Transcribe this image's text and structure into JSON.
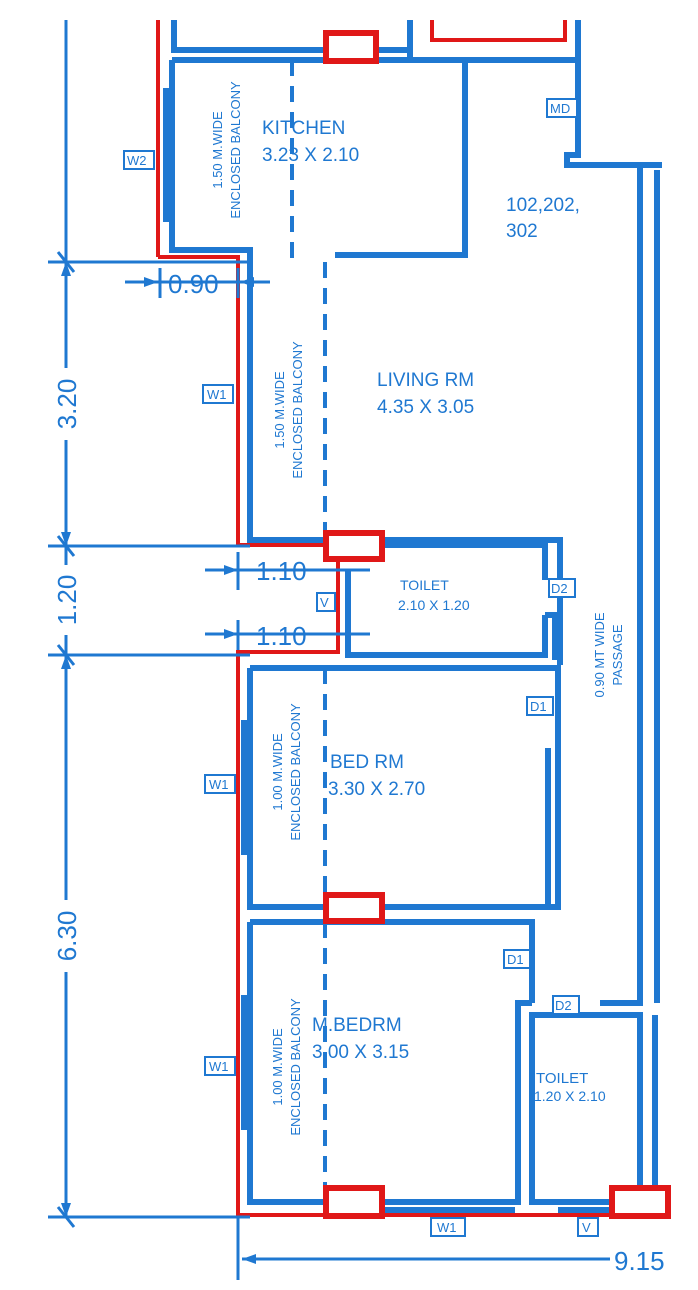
{
  "flat_numbers": "102,202,\n302",
  "rooms": {
    "kitchen": {
      "name": "KITCHEN",
      "size": "3.23 X 2.10"
    },
    "living": {
      "name": "LIVING RM",
      "size": "4.35 X 3.05"
    },
    "toilet1": {
      "name": "TOILET",
      "size": "2.10 X 1.20"
    },
    "bed": {
      "name": "BED RM",
      "size": "3.30 X 2.70"
    },
    "mbed": {
      "name": "M.BEDRM",
      "size": "3.00 X 3.15"
    },
    "toilet2": {
      "name": "TOILET",
      "size": "1.20 X 2.10"
    }
  },
  "balconies": {
    "kitchen": {
      "line1": "1.50 M.WIDE",
      "line2": "ENCLOSED BALCONY"
    },
    "living": {
      "line1": "1.50 M.WIDE",
      "line2": "ENCLOSED BALCONY"
    },
    "bed": {
      "line1": "1.00 M.WIDE",
      "line2": "ENCLOSED BALCONY"
    },
    "mbed": {
      "line1": "1.00 M.WIDE",
      "line2": "ENCLOSED BALCONY"
    }
  },
  "passage": {
    "line1": "0.90 MT WIDE",
    "line2": "PASSAGE"
  },
  "tags": {
    "md": "MD",
    "w2": "W2",
    "w1_living": "W1",
    "v_toilet": "V",
    "d2_toilet": "D2",
    "d1_bed": "D1",
    "w1_bed": "W1",
    "d1_mbed": "D1",
    "d2_mbed": "D2",
    "w1_mbed": "W1",
    "w1_bottom": "W1",
    "v_bottom": "V"
  },
  "dimensions": {
    "d_090": "0.90",
    "d_320": "3.20",
    "d_120": "1.20",
    "d_110_top": "1.10",
    "d_110_bottom": "1.10",
    "d_630": "6.30",
    "d_915": "9.15"
  }
}
